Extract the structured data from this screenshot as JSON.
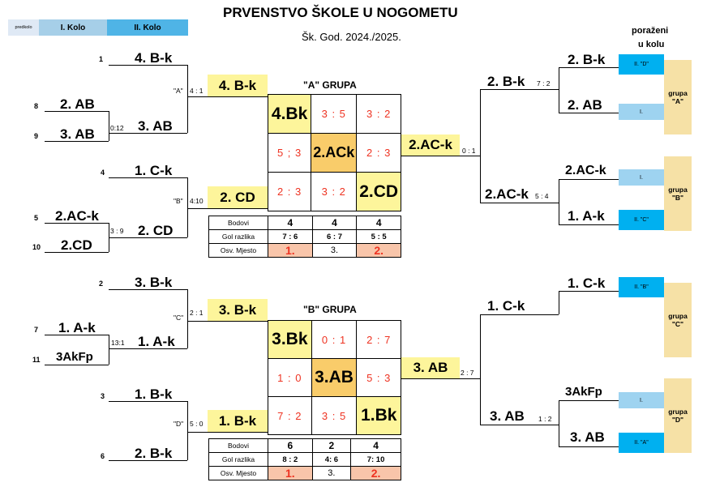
{
  "header": {
    "title": "PRVENSTVO ŠKOLE U NOGOMETU",
    "subtitle": "Šk. God. 2024./2025.",
    "legend_pre": "predkolo",
    "legend_1": "I. Kolo",
    "legend_2": "II. Kolo",
    "losers_line1": "poraženi",
    "losers_line2": "u kolu"
  },
  "seeds": {
    "s1": "1",
    "s8": "8",
    "s9": "9",
    "s4": "4",
    "s5": "5",
    "s10": "10",
    "s2": "2",
    "s7": "7",
    "s11": "11",
    "s3": "3",
    "s6": "6"
  },
  "left_top": {
    "t1": "4. B-k",
    "t8": "2. AB",
    "t9": "3. AB",
    "w89": "3. AB",
    "sc89": "0:12",
    "w1": "4. B-k",
    "lblA": "\"A\"",
    "scA": "4 : 1",
    "t4": "1. C-k",
    "t5": "2.AC-k",
    "t10": "2.CD",
    "w510": "2. CD",
    "sc510": "3 : 9",
    "w4": "2. CD",
    "lblB": "\"B\"",
    "scB": "4:10"
  },
  "left_bot": {
    "t2": "3. B-k",
    "t7": "1. A-k",
    "t11": "3AkFp",
    "w711": "1. A-k",
    "sc711": "13:1",
    "w2": "3. B-k",
    "lblC": "\"C\"",
    "scC": "2 : 1",
    "t3": "1. B-k",
    "t6": "2. B-k",
    "w3": "1. B-k",
    "lblD": "\"D\"",
    "scD": "5 : 0"
  },
  "groupA": {
    "title": "\"A\" GRUPA",
    "cells": [
      [
        "4.Bk",
        "3 : 5",
        "3 : 2"
      ],
      [
        "5 ; 3",
        "2.ACk",
        "2 : 3"
      ],
      [
        "2 : 3",
        "3 : 2",
        "2.CD"
      ]
    ],
    "stats": {
      "bod": "Bodovi",
      "gol": "Gol razlika",
      "osv": "Osv. Mjesto",
      "bod_v": [
        "4",
        "4",
        "4"
      ],
      "gol_v": [
        "7 : 6",
        "6 : 7",
        "5 : 5"
      ],
      "osv_v": [
        "1.",
        "3.",
        "2."
      ]
    },
    "winner": "2.AC-k",
    "winner_score": "0 : 1"
  },
  "groupB": {
    "title": "\"B\" GRUPA",
    "cells": [
      [
        "3.Bk",
        "0 : 1",
        "2 : 7"
      ],
      [
        "1 : 0",
        "3.AB",
        "5 : 3"
      ],
      [
        "7 : 2",
        "3 : 5",
        "1.Bk"
      ]
    ],
    "stats": {
      "bod": "Bodovi",
      "gol": "Gol razlika",
      "osv": "Osv. Mjesto",
      "bod_v": [
        "6",
        "2",
        "4"
      ],
      "gol_v": [
        "8 : 2",
        "4: 6",
        "7: 10"
      ],
      "osv_v": [
        "1.",
        "3.",
        "2."
      ]
    },
    "winner": "3. AB",
    "winner_score": "2 : 7"
  },
  "right_top": {
    "q1": "2. B-k",
    "q1s": "7 : 2",
    "q1a": "2. B-k",
    "q1b": "2. AB",
    "q2": "2.AC-k",
    "q2s": "5 : 4",
    "q2a": "2.AC-k",
    "q2b": "1. A-k",
    "l1a": "II. \"D\"",
    "l1b": "I.",
    "l2a": "I.",
    "l2b": "II. \"C\"",
    "gA1": "grupa",
    "gA2": "\"A\"",
    "gB1": "grupa",
    "gB2": "\"B\""
  },
  "right_bot": {
    "q3": "1. C-k",
    "q3a": "1. C-k",
    "q4": "3. AB",
    "q4s": "1 : 2",
    "q4a": "3AkFp",
    "q4b": "3. AB",
    "l3a": "II. \"B\"",
    "l4a": "I.",
    "l4b": "II. \"A\"",
    "gC1": "grupa",
    "gC2": "\"C\"",
    "gD1": "grupa",
    "gD2": "\"D\""
  }
}
